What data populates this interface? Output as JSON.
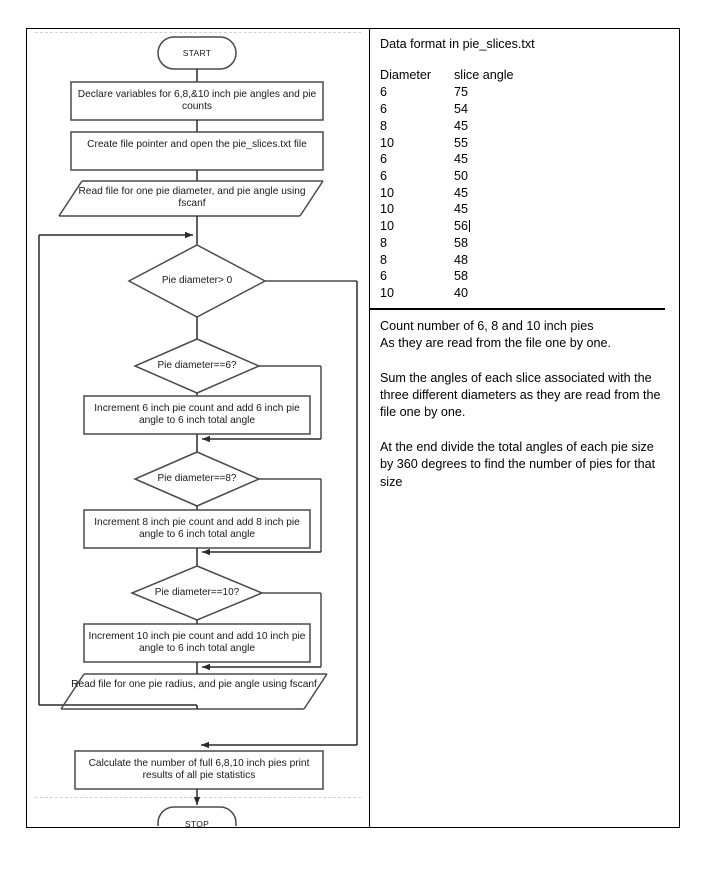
{
  "flowchart": {
    "start_label": "START",
    "stop_label": "STOP",
    "declare_box": "Declare variables for 6,8,&10 inch pie angles and pie counts",
    "create_file_box": "Create file pointer and open the pie_slices.txt file",
    "read_first": "Read file for one pie diameter, and pie angle using fscanf",
    "decision_loop": "Pie diameter> 0",
    "decision_6": "Pie diameter==6?",
    "process_6": "Increment 6 inch pie count and add 6 inch pie angle to 6 inch total angle",
    "decision_8": "Pie diameter==8?",
    "process_8": "Increment 8 inch pie count and add 8 inch pie angle to 6 inch total angle",
    "decision_10": "Pie diameter==10?",
    "process_10": "Increment 10 inch pie count and add 10 inch pie angle to 6 inch total angle",
    "read_second": "Read file for one pie radius, and pie angle using fscanf",
    "calculate_box": "Calculate the number of full 6,8,10 inch pies print results of all pie statistics"
  },
  "right_panel": {
    "title": "Data format in pie_slices.txt",
    "table": {
      "headers": [
        "Diameter",
        "slice angle"
      ],
      "rows": [
        [
          "6",
          "75"
        ],
        [
          "6",
          "54"
        ],
        [
          "8",
          "45"
        ],
        [
          "10",
          "55"
        ],
        [
          "6",
          "45"
        ],
        [
          "6",
          "50"
        ],
        [
          "10",
          "45"
        ],
        [
          "10",
          "45"
        ],
        [
          "10",
          "56"
        ],
        [
          "8",
          "58"
        ],
        [
          "8",
          "48"
        ],
        [
          "6",
          "58"
        ],
        [
          "10",
          "40"
        ]
      ],
      "cursor_row_index": 8
    },
    "notes": [
      "Count number of 6, 8 and 10 inch pies",
      "As they are read from the file one by one.",
      "Sum the angles of each slice associated with the three different diameters as they are read from the file one by one.",
      "At the end divide the total angles of each pie size by 360 degrees to find the number of pies for that size"
    ]
  },
  "colors": {
    "stroke": "#3d3d3d",
    "text": "#1a1a1a",
    "border": "#000000"
  }
}
